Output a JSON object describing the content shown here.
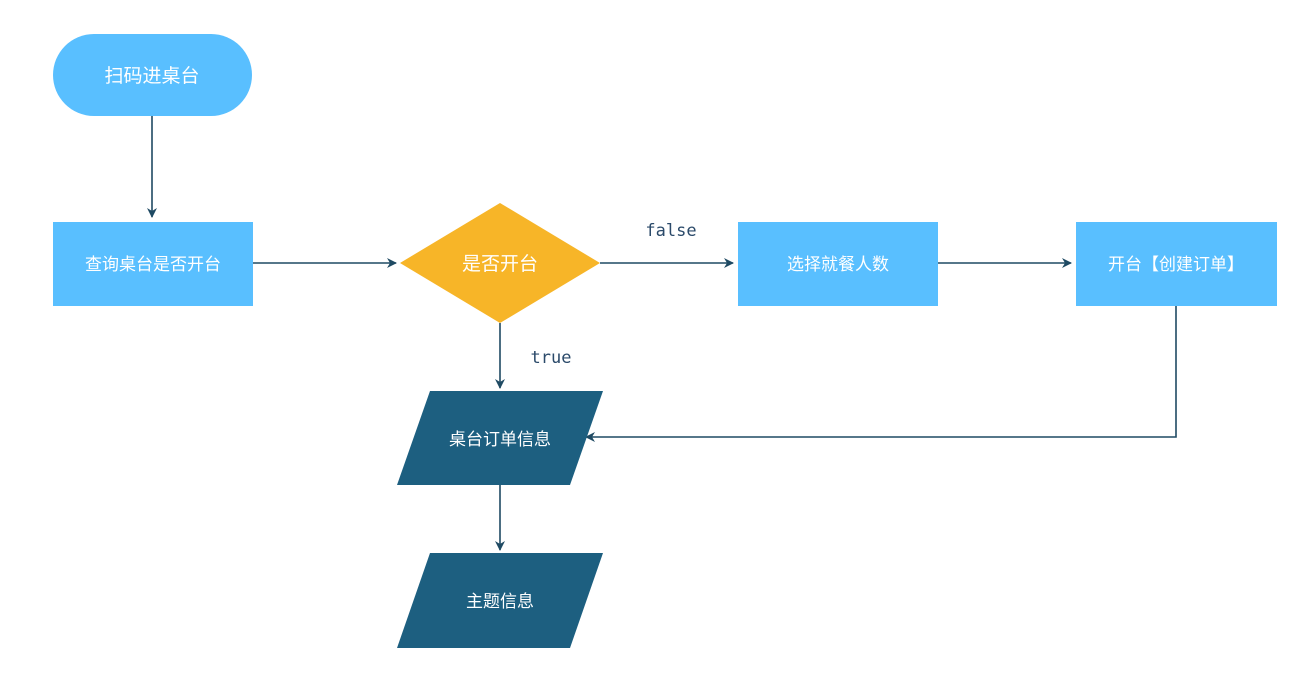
{
  "colors": {
    "terminator": "#59bfff",
    "process": "#59bfff",
    "decision": "#f7b528",
    "data": "#1d5f80",
    "edge": "#1f4a63",
    "label": "#2b4a6a"
  },
  "nodes": {
    "start": {
      "shape": "terminator",
      "label": "扫码进桌台"
    },
    "query": {
      "shape": "process",
      "label": "查询桌台是否开台"
    },
    "decision": {
      "shape": "decision",
      "label": "是否开台"
    },
    "choose_diners": {
      "shape": "process",
      "label": "选择就餐人数"
    },
    "open_table": {
      "shape": "process",
      "label": "开台【创建订单】"
    },
    "table_order_info": {
      "shape": "data",
      "label": "桌台订单信息"
    },
    "theme_info": {
      "shape": "data",
      "label": "主题信息"
    }
  },
  "edges": {
    "false_label": "false",
    "true_label": "true"
  }
}
